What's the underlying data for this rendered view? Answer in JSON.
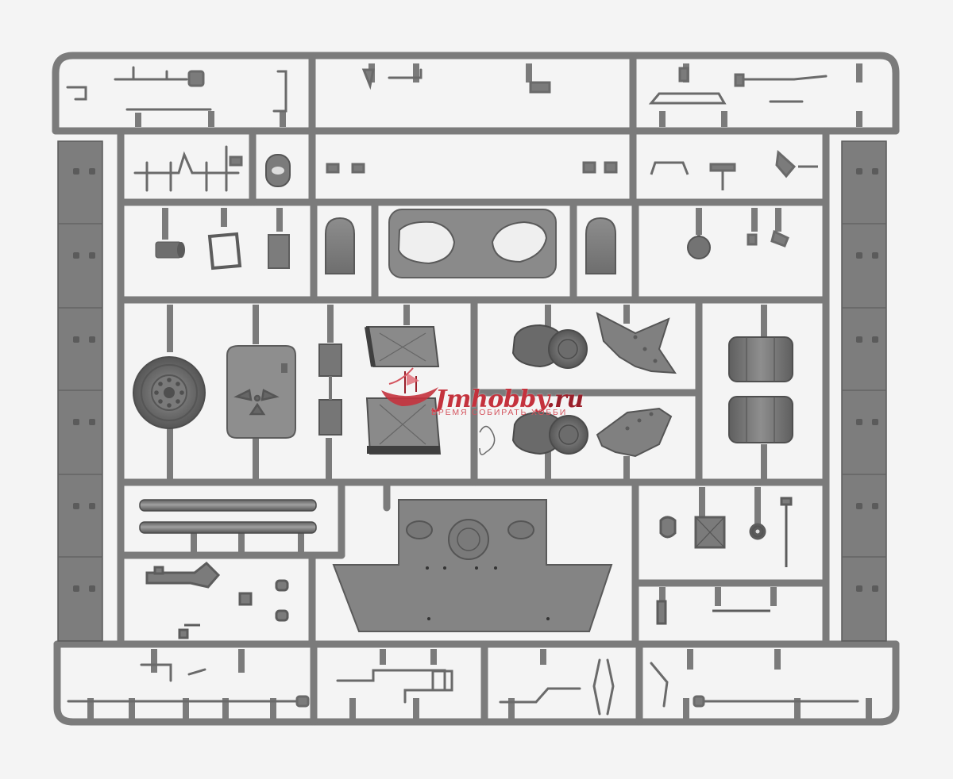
{
  "watermark": {
    "brand_main": "Jmhobby",
    "brand_tld": ".ru",
    "tagline": "ВРЕМЯ СОБИРАТЬ ХОББИ",
    "brand_color": "#c4323d"
  },
  "colors": {
    "background": "#f4f4f4",
    "plastic": "#7b7b7b",
    "plastic_dark": "#4f4f4f",
    "plastic_light": "#a3a3a3"
  },
  "image": {
    "subject": "model kit sprue with grey plastic parts",
    "icon": "sprue-frame-icon"
  }
}
